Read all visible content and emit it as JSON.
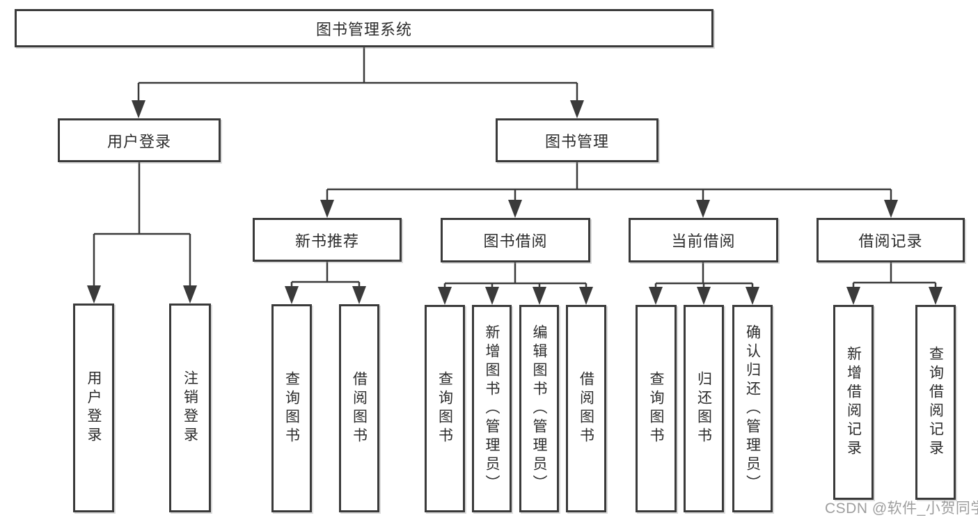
{
  "diagram": {
    "root": "图书管理系统",
    "branches": {
      "user_login": {
        "label": "用户登录",
        "children": [
          "用户登录",
          "注销登录"
        ]
      },
      "book_management": {
        "label": "图书管理",
        "children": {
          "new_book_recommend": {
            "label": "新书推荐",
            "children": [
              "查询图书",
              "借阅图书"
            ]
          },
          "book_borrowing": {
            "label": "图书借阅",
            "children": [
              "查询图书",
              "新增图书（管理员）",
              "编辑图书（管理员）",
              "借阅图书"
            ]
          },
          "current_borrowing": {
            "label": "当前借阅",
            "children": [
              "查询图书",
              "归还图书",
              "确认归还（管理员）"
            ]
          },
          "borrowing_records": {
            "label": "借阅记录",
            "children": [
              "新增借阅记录",
              "查询借阅记录"
            ]
          }
        }
      }
    },
    "watermark": "CSDN @软件_小贺同学",
    "colors": {
      "line": "#3a3a3a",
      "text": "#2b2b2b",
      "watermark": "#9d9d9d",
      "background": "#ffffff"
    }
  }
}
